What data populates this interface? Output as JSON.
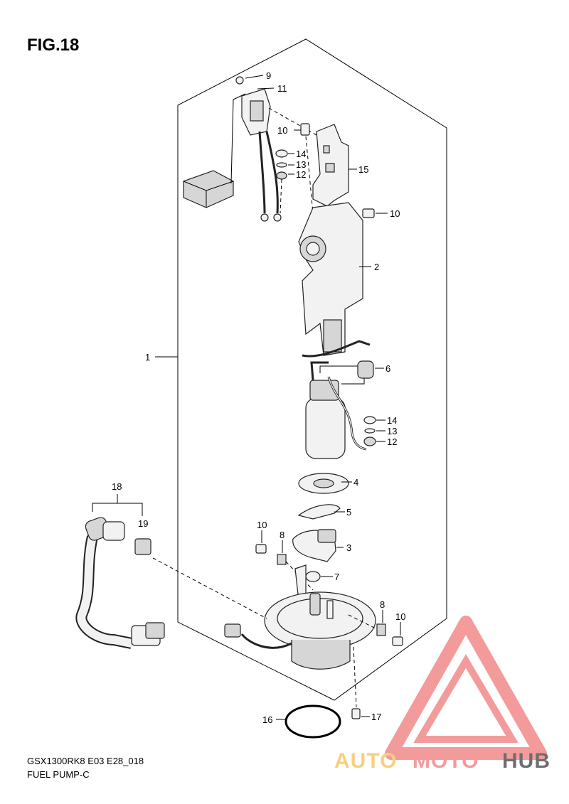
{
  "figure": {
    "title": "FIG.18"
  },
  "footer": {
    "model_code": "GSX1300RK8 E03 E28_018",
    "name": "FUEL PUMP-C"
  },
  "callouts": {
    "c1": "1",
    "c2": "2",
    "c3": "3",
    "c4": "4",
    "c5": "5",
    "c6": "6",
    "c7": "7",
    "c8a": "8",
    "c8b": "8",
    "c9": "9",
    "c10a": "10",
    "c10b": "10",
    "c10c": "10",
    "c10d": "10",
    "c11": "11",
    "c12a": "12",
    "c12b": "12",
    "c13a": "13",
    "c13b": "13",
    "c14a": "14",
    "c14b": "14",
    "c15": "15",
    "c16": "16",
    "c17": "17",
    "c18": "18",
    "c19": "19"
  },
  "watermark": {
    "part1": "AUTO",
    "part2": "MOTO",
    "part3": "HUB",
    "colors": {
      "light": "#f7c76a",
      "red": "#f28a8a",
      "dark": "#555555"
    }
  }
}
